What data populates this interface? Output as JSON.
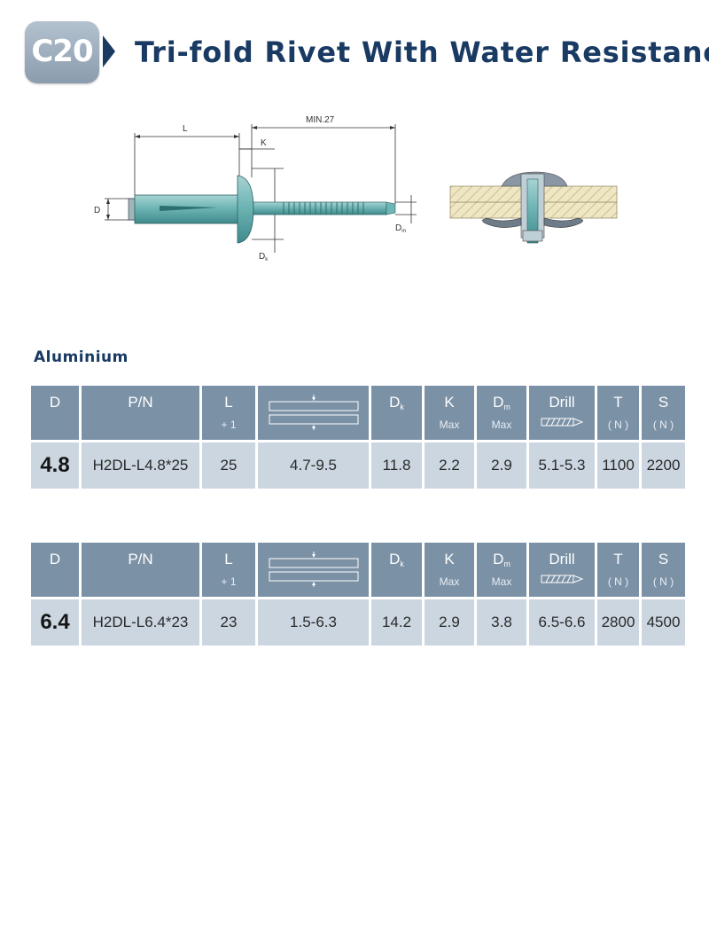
{
  "header": {
    "badge": "C20",
    "title": "Tri-fold Rivet With Water Resistance"
  },
  "drawing": {
    "labels": {
      "L": "L",
      "min": "MIN.27",
      "K": "K",
      "D": "D",
      "Dk": "D",
      "Dk_sub": "k",
      "Dm": "D",
      "Dm_sub": "m"
    },
    "colors": {
      "rivet": "#6fb5b5",
      "rivet_dark": "#3f8a8c",
      "plate": "#efe7c4",
      "plate_hatch": "#c9bf8f"
    }
  },
  "section": {
    "label": "Aluminium"
  },
  "columns": {
    "D": "D",
    "PN": "P/N",
    "L": "L",
    "L_tol": "+ 1",
    "Dk": "D",
    "Dk_sub": "k",
    "K": "K",
    "K_sub": "Max",
    "Dm": "D",
    "Dm_sub_letter": "m",
    "Dm_sub": "Max",
    "Drill": "Drill",
    "T": "T",
    "T_unit": "( N )",
    "S": "S",
    "S_unit": "( N )"
  },
  "rows": [
    {
      "D": "4.8",
      "PN": "H2DL-L4.8*25",
      "L": "25",
      "grip": "4.7-9.5",
      "Dk": "11.8",
      "K": "2.2",
      "Dm": "2.9",
      "Drill": "5.1-5.3",
      "T": "1100",
      "S": "2200"
    },
    {
      "D": "6.4",
      "PN": "H2DL-L6.4*23",
      "L": "23",
      "grip": "1.5-6.3",
      "Dk": "14.2",
      "K": "2.9",
      "Dm": "3.8",
      "Drill": "6.5-6.6",
      "T": "2800",
      "S": "4500"
    }
  ],
  "icons": {
    "grip": "grip-range-icon",
    "drill": "drill-bit-icon",
    "arrow": "chevron-right-icon"
  },
  "colors": {
    "header_cell": "#7b91a6",
    "data_cell": "#cbd6e0",
    "title": "#193a63"
  }
}
